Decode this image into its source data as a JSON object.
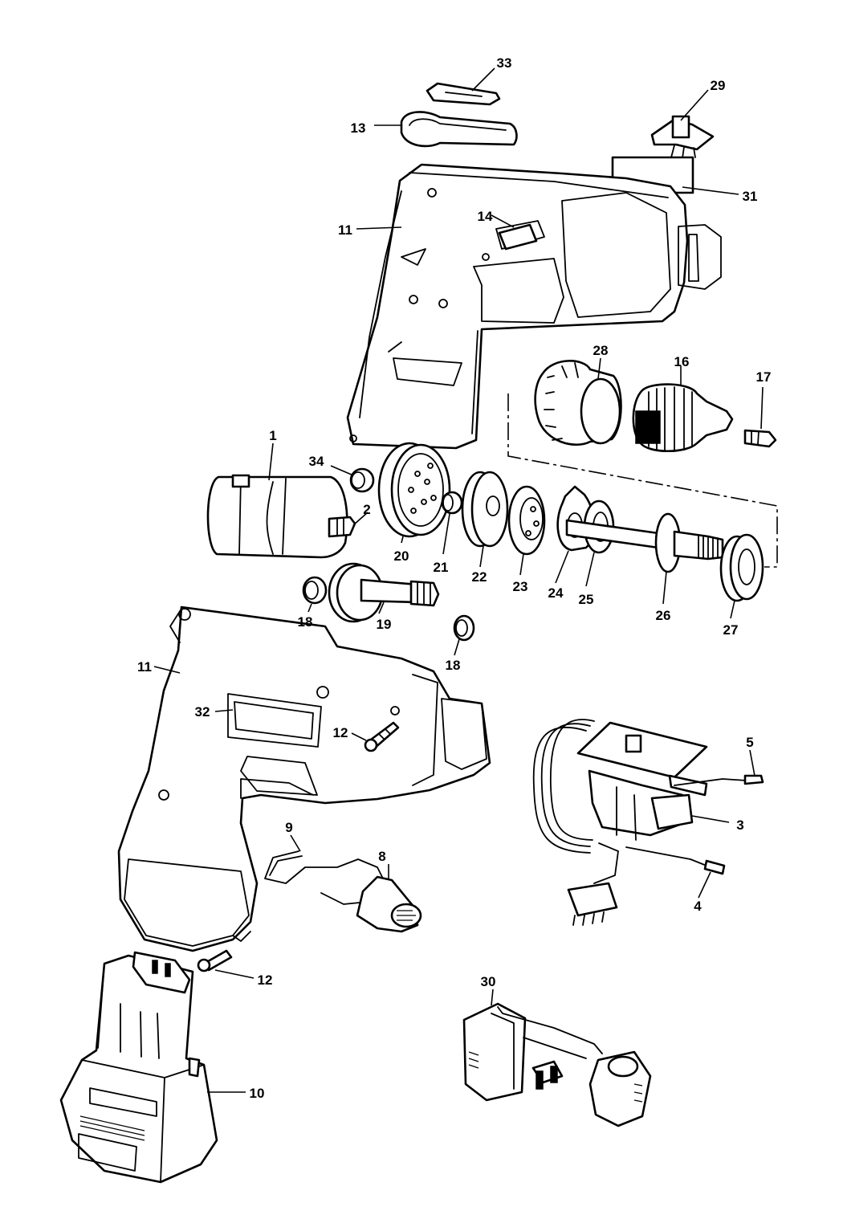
{
  "callouts": {
    "p1": "1",
    "p2": "2",
    "p3": "3",
    "p4": "4",
    "p5": "5",
    "p8": "8",
    "p9": "9",
    "p10": "10",
    "p11a": "11",
    "p11b": "11",
    "p12a": "12",
    "p12b": "12",
    "p13": "13",
    "p14": "14",
    "p16": "16",
    "p17": "17",
    "p18a": "18",
    "p18b": "18",
    "p19": "19",
    "p20": "20",
    "p21": "21",
    "p22": "22",
    "p23": "23",
    "p24": "24",
    "p25": "25",
    "p26": "26",
    "p27": "27",
    "p28": "28",
    "p29": "29",
    "p30": "30",
    "p31": "31",
    "p32": "32",
    "p33": "33",
    "p34": "34"
  }
}
